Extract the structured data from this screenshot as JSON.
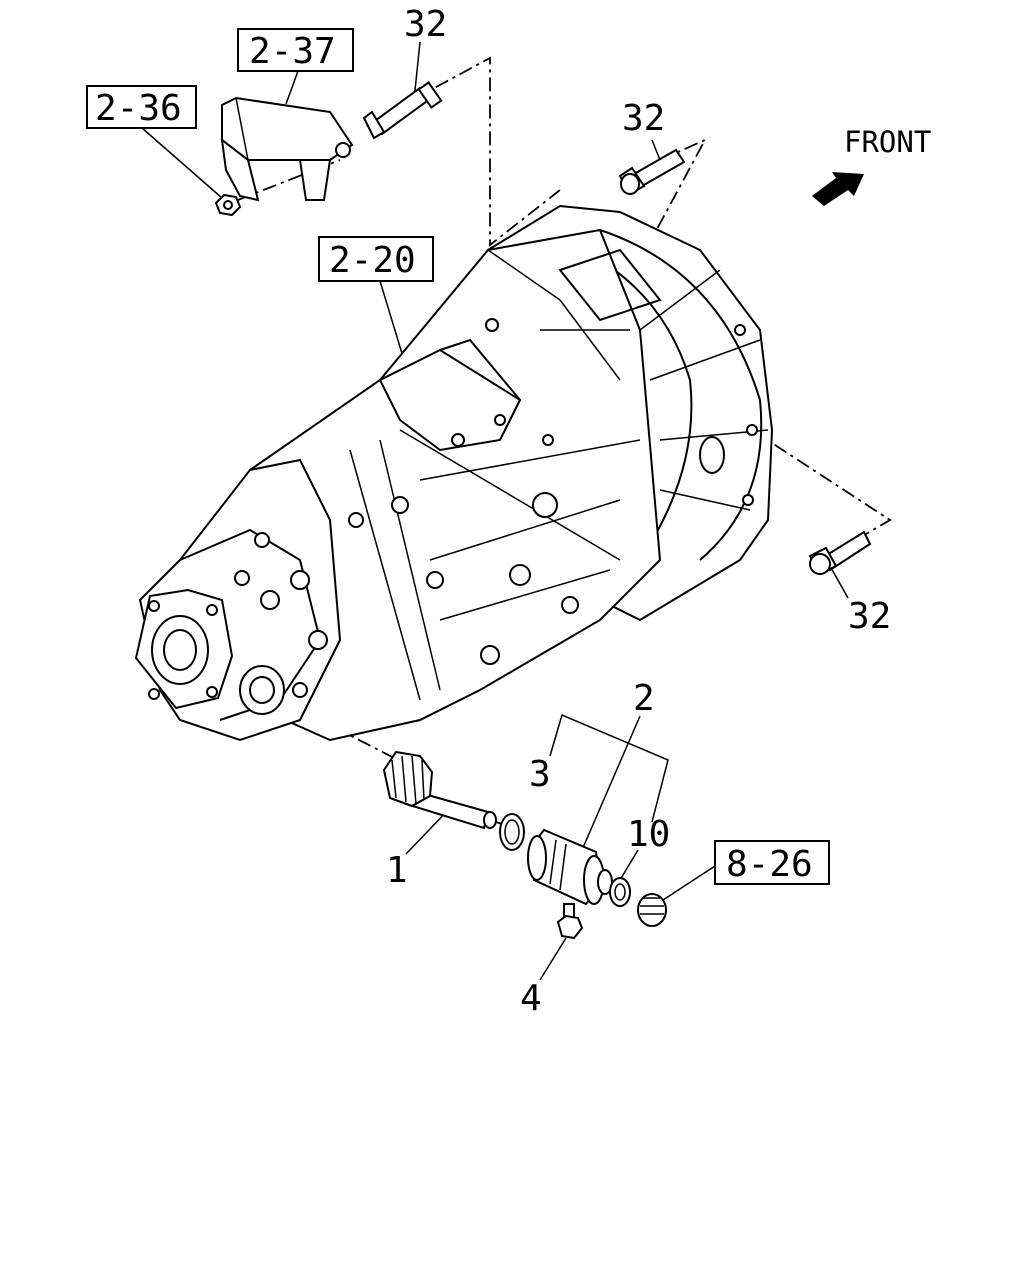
{
  "front_label": "FRONT",
  "boxed_refs": {
    "r2_37": "2-37",
    "r2_36": "2-36",
    "r2_20": "2-20",
    "r8_26": "8-26"
  },
  "callouts": {
    "c32_top": "32",
    "c32_mid": "32",
    "c32_right": "32",
    "c1": "1",
    "c2": "2",
    "c3": "3",
    "c4": "4",
    "c10": "10"
  }
}
